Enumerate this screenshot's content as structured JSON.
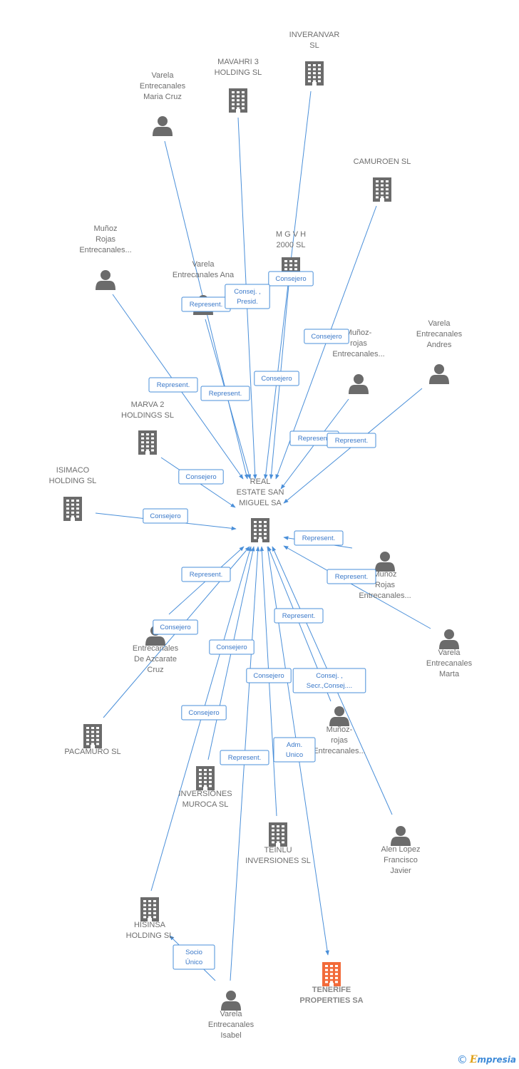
{
  "colors": {
    "edge": "#4a8fd9",
    "edge_text": "#3b79c9",
    "node_icon": "#6b6b6b",
    "highlight_icon": "#f26b3a",
    "label": "#6e6e6e"
  },
  "nodes": [
    {
      "id": "inveranvar",
      "kind": "company",
      "lines": [
        "INVERANVAR",
        "SL"
      ]
    },
    {
      "id": "mavahri",
      "kind": "company",
      "lines": [
        "MAVAHRI 3",
        "HOLDING  SL"
      ]
    },
    {
      "id": "varela-maria-cruz",
      "kind": "person",
      "lines": [
        "Varela",
        "Entrecanales",
        "Maria Cruz"
      ]
    },
    {
      "id": "camuroen",
      "kind": "company",
      "lines": [
        "CAMUROEN SL"
      ]
    },
    {
      "id": "munoz-1",
      "kind": "person",
      "lines": [
        "Muñoz",
        "Rojas",
        "Entrecanales..."
      ]
    },
    {
      "id": "mgvh",
      "kind": "company",
      "lines": [
        "M G V H",
        "2000 SL"
      ]
    },
    {
      "id": "varela-ana",
      "kind": "person",
      "lines": [
        "Varela",
        "Entrecanales Ana"
      ]
    },
    {
      "id": "munoz-2",
      "kind": "person",
      "lines": [
        "Muñoz-",
        "rojas",
        "Entrecanales..."
      ]
    },
    {
      "id": "varela-andres",
      "kind": "person",
      "lines": [
        "Varela",
        "Entrecanales",
        "Andres"
      ]
    },
    {
      "id": "marva2",
      "kind": "company",
      "lines": [
        "MARVA 2",
        "HOLDINGS  SL"
      ]
    },
    {
      "id": "isimaco",
      "kind": "company",
      "lines": [
        "ISIMACO",
        "HOLDING  SL"
      ]
    },
    {
      "id": "real-estate",
      "kind": "company",
      "lines": [
        "REAL",
        "ESTATE SAN",
        "MIGUEL SA"
      ]
    },
    {
      "id": "munoz-3",
      "kind": "person",
      "lines": [
        "Muñoz",
        "Rojas",
        "Entrecanales..."
      ]
    },
    {
      "id": "entrecanales-azcarate",
      "kind": "person",
      "lines": [
        "Entrecanales",
        "De Azcarate",
        "Cruz"
      ]
    },
    {
      "id": "varela-marta",
      "kind": "person",
      "lines": [
        "Varela",
        "Entrecanales",
        "Marta"
      ]
    },
    {
      "id": "pacamuro",
      "kind": "company",
      "lines": [
        "PACAMURO SL"
      ]
    },
    {
      "id": "munoz-4",
      "kind": "person",
      "lines": [
        "Muñoz-",
        "rojas",
        "Entrecanales..."
      ]
    },
    {
      "id": "muroca",
      "kind": "company",
      "lines": [
        "INVERSIONES",
        "MUROCA SL"
      ]
    },
    {
      "id": "teinlu",
      "kind": "company",
      "lines": [
        "TEINLU",
        "INVERSIONES SL"
      ]
    },
    {
      "id": "alen-lopez",
      "kind": "person",
      "lines": [
        "Alen Lopez",
        "Francisco",
        "Javier"
      ]
    },
    {
      "id": "hisinsa",
      "kind": "company",
      "lines": [
        "HISINSA",
        "HOLDING SL"
      ]
    },
    {
      "id": "tenerife",
      "kind": "company",
      "highlight": true,
      "lines": [
        "TENERIFE",
        "PROPERTIES SA"
      ]
    },
    {
      "id": "varela-isabel",
      "kind": "person",
      "lines": [
        "Varela",
        "Entrecanales",
        "Isabel"
      ]
    }
  ],
  "edges": [
    {
      "from": "inveranvar",
      "to": "real-estate",
      "lines": [
        "Consejero"
      ]
    },
    {
      "from": "mavahri",
      "to": "real-estate",
      "lines": [
        "Consejero"
      ]
    },
    {
      "from": "varela-maria-cruz",
      "to": "real-estate",
      "lines": [
        "Represent."
      ]
    },
    {
      "from": "camuroen",
      "to": "real-estate",
      "lines": [
        "Consejero"
      ]
    },
    {
      "from": "munoz-1",
      "to": "real-estate",
      "lines": [
        "Represent."
      ]
    },
    {
      "from": "mgvh",
      "to": "real-estate",
      "lines": [
        "Consej. ,",
        "Presid."
      ]
    },
    {
      "from": "varela-ana",
      "to": "real-estate",
      "lines": [
        "Represent."
      ]
    },
    {
      "from": "munoz-2",
      "to": "real-estate",
      "lines": [
        "Represent."
      ]
    },
    {
      "from": "varela-andres",
      "to": "real-estate",
      "lines": [
        "Represent."
      ]
    },
    {
      "from": "marva2",
      "to": "real-estate",
      "lines": [
        "Consejero"
      ]
    },
    {
      "from": "isimaco",
      "to": "real-estate",
      "lines": [
        "Consejero"
      ]
    },
    {
      "from": "munoz-3",
      "to": "real-estate",
      "lines": [
        "Represent."
      ]
    },
    {
      "from": "varela-marta",
      "to": "real-estate",
      "lines": [
        "Represent."
      ]
    },
    {
      "from": "entrecanales-azcarate",
      "to": "real-estate",
      "lines": [
        "Represent."
      ]
    },
    {
      "from": "pacamuro",
      "to": "real-estate",
      "lines": [
        "Consejero"
      ]
    },
    {
      "from": "munoz-4",
      "to": "real-estate",
      "lines": [
        "Represent."
      ]
    },
    {
      "from": "muroca",
      "to": "real-estate",
      "lines": [
        "Consejero"
      ]
    },
    {
      "from": "teinlu",
      "to": "real-estate",
      "lines": [
        "Consejero"
      ]
    },
    {
      "from": "alen-lopez",
      "to": "real-estate",
      "lines": [
        "Consej. ,",
        "Secr.,Consej...."
      ]
    },
    {
      "from": "hisinsa",
      "to": "real-estate",
      "lines": [
        "Consejero"
      ]
    },
    {
      "from": "varela-isabel",
      "to": "real-estate",
      "lines": [
        "Represent."
      ]
    },
    {
      "from": "real-estate",
      "to": "tenerife",
      "lines": [
        "Adm.",
        "Unico"
      ]
    },
    {
      "from": "varela-isabel",
      "to": "hisinsa",
      "lines": [
        "Socio",
        "Único"
      ]
    }
  ],
  "footer": {
    "copyright": "©",
    "brand_initial": "E",
    "brand_rest": "mpresia"
  }
}
